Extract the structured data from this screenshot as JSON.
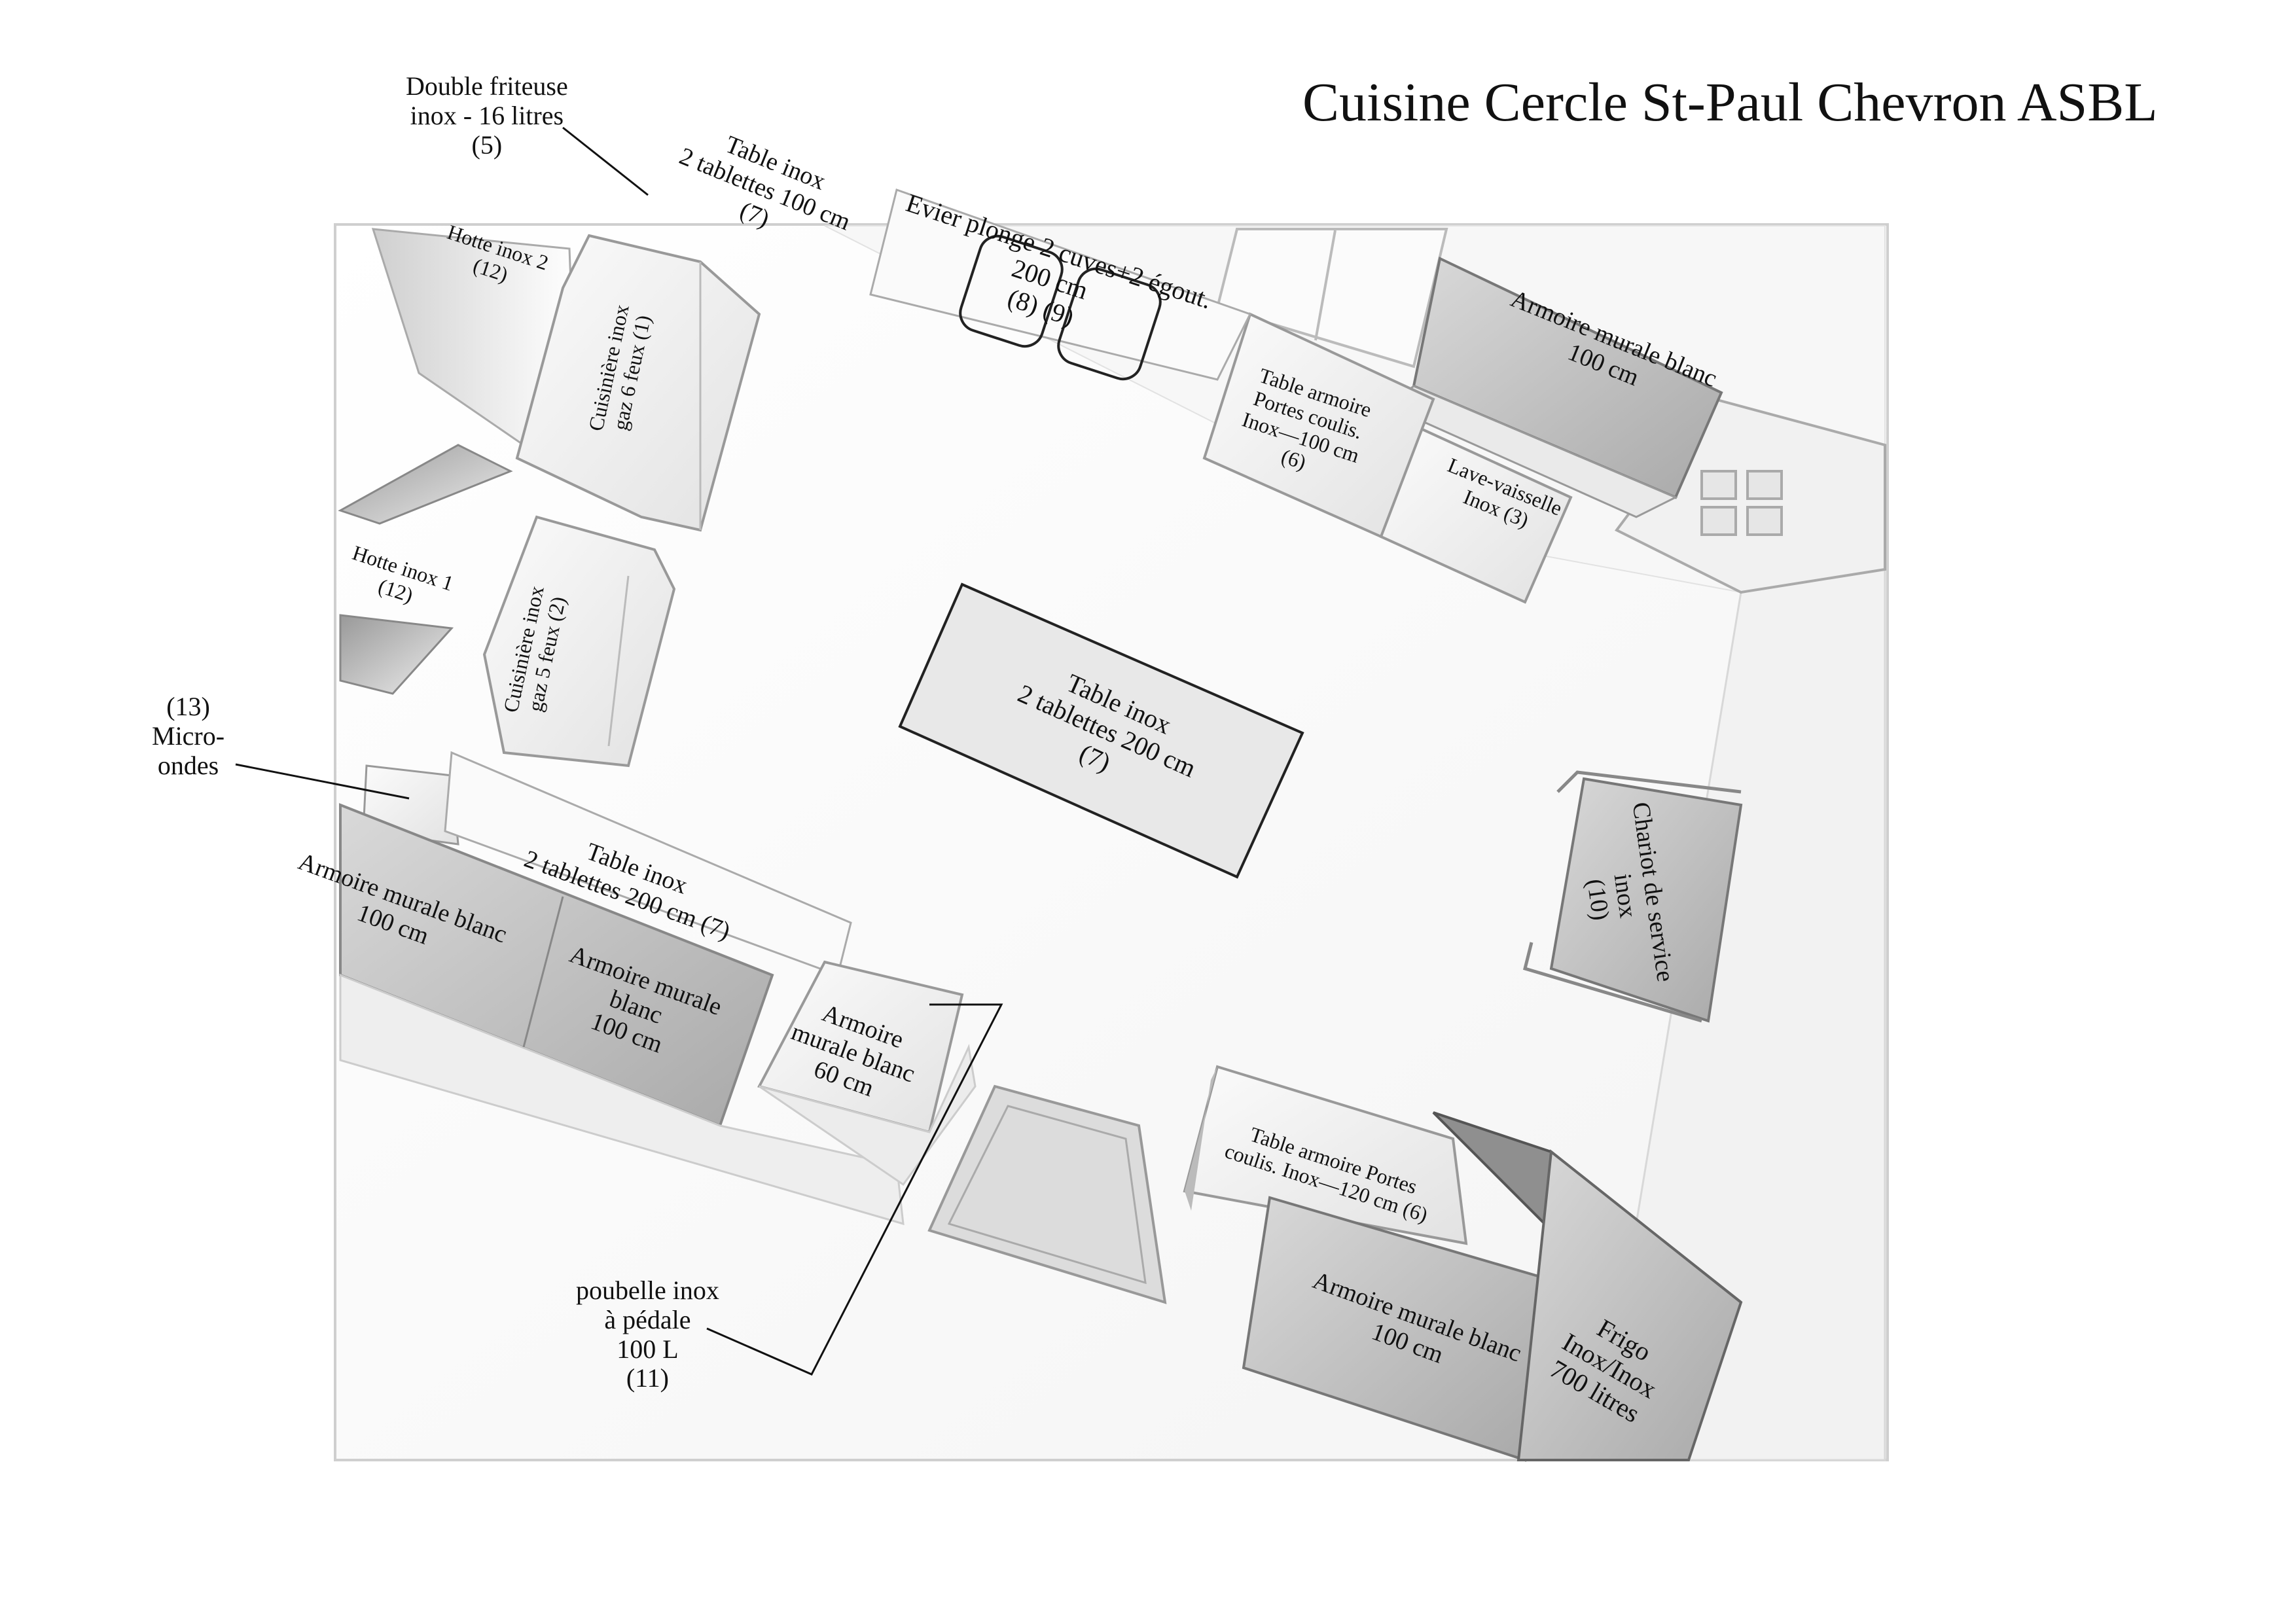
{
  "title": "Cuisine Cercle St-Paul Chevron ASBL",
  "labels": {
    "friteuse": [
      "Double friteuse",
      "inox - 16 litres",
      "(5)"
    ],
    "table_top": [
      "Table inox",
      "2 tablettes 100 cm",
      "(7)"
    ],
    "evier": [
      "Evier plonge 2 cuves+2 égout.",
      "200 cm",
      "(8) (9)"
    ],
    "armoire_top": [
      "Armoire murale blanc",
      "100 cm"
    ],
    "hotte2": [
      "Hotte inox  2",
      "(12)"
    ],
    "cuisiniere1": [
      "Cuisinière inox",
      "gaz 6 feux (1)"
    ],
    "table_armoire_top": [
      "Table armoire",
      "Portes coulis.",
      "Inox—100 cm",
      "(6)"
    ],
    "lave_vaisselle": [
      "Lave-vaisselle",
      "Inox   (3)"
    ],
    "hotte1": [
      "Hotte inox  1",
      "(12)"
    ],
    "cuisiniere2": [
      "Cuisinière inox",
      "gaz 5 feux (2)"
    ],
    "table_center": [
      "Table inox",
      "2 tablettes 200 cm",
      "(7)"
    ],
    "micro": [
      "(13)",
      "Micro-",
      "ondes"
    ],
    "table_left": [
      "Table inox",
      "2 tablettes 200 cm  (7)"
    ],
    "armoire_left1": [
      "Armoire murale blanc",
      "100 cm"
    ],
    "armoire_left2": [
      "Armoire murale",
      "blanc",
      "100 cm"
    ],
    "armoire_60": [
      "Armoire",
      "murale blanc",
      "60 cm"
    ],
    "chariot": [
      "Chariot de service",
      "inox",
      "(10)"
    ],
    "table_armoire_bottom": [
      "Table armoire Portes",
      "coulis. Inox—120 cm (6)"
    ],
    "armoire_bottom": [
      "Armoire murale blanc",
      "100 cm"
    ],
    "frigo": [
      "Frigo",
      "Inox/Inox",
      "700 litres"
    ],
    "poubelle": [
      "poubelle inox",
      "à pédale",
      "100 L",
      "(11)"
    ]
  }
}
